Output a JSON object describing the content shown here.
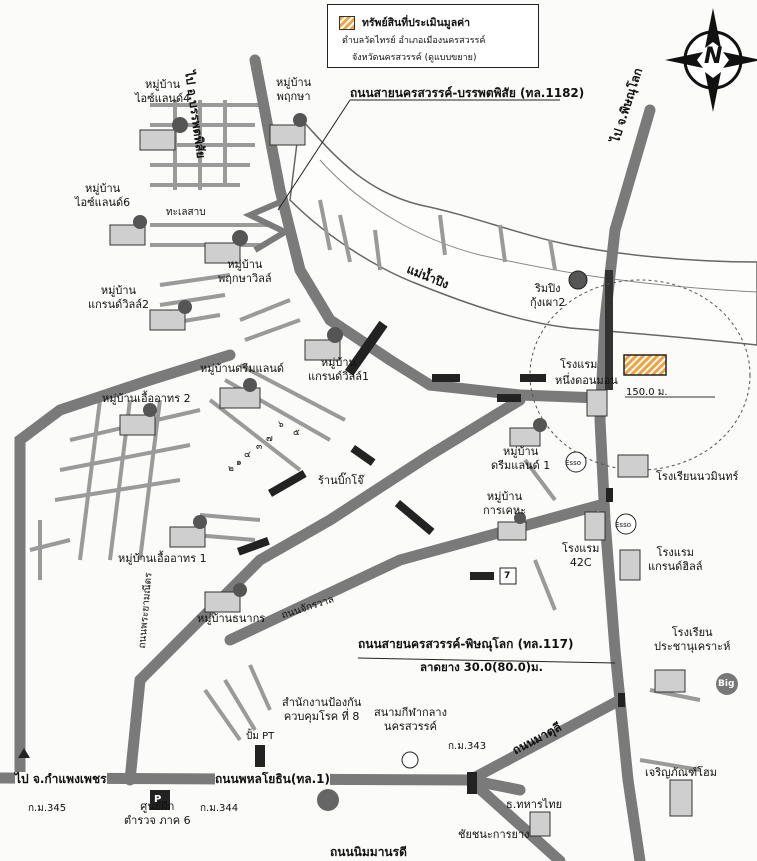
{
  "legend": {
    "title": "ทรัพย์สินที่ประเมินมูลค่า",
    "line1": "ตำบลวัดไทรย์  อำเภอเมืองนครสวรรค์",
    "line2": "จังหวัดนครสวรรค์ (ดูแบบขยาย)",
    "swatch_color": "#f5a03a"
  },
  "compass": {
    "letter": "N"
  },
  "roads": {
    "to_banphot": "ไป อ.บรรพตพิสัย",
    "to_phitsanulok": "ไป จ.พิษณุโลก",
    "road_1182": "ถนนสายนครสวรรค์-บรรพตพิสัย (ทล.1182)",
    "road_117": "ถนนสายนครสวรรค์-พิษณุโลก (ทล.117)",
    "road_117_spec": "ลาดยาง 30.0(80.0)ม.",
    "chakrawan": "ถนนจักรวาล",
    "phahon": "ถนนพหลโยธิน(ทล.1)",
    "to_kamphaeng": "ไป จ.กำแพงเพชร",
    "phraya_manit": "ถนนพระยามณีตร",
    "matuli": "ถนนมาตุลี",
    "niman": "ถนนนิมมานรดี"
  },
  "river": {
    "name": "แม่น้ำปิง"
  },
  "radius": {
    "label": "150.0 ม."
  },
  "labels": {
    "v_island4": [
      "หมู่บ้าน",
      "ไอซ์แลนด์4"
    ],
    "v_phrueksa": [
      "หมู่บ้าน",
      "พฤกษา"
    ],
    "v_island6": [
      "หมู่บ้าน",
      "ไอซ์แลนด์6"
    ],
    "v_phrueksa_ville": [
      "หมู่บ้าน",
      "พฤกษาวิลล์"
    ],
    "v_grand2": [
      "หมู่บ้าน",
      "แกรนด์วิลล์2"
    ],
    "v_grand1": [
      "หมู่บ้าน",
      "แกรนด์วิลล์1"
    ],
    "v_dreamland": "หมู่บ้านดรีมแลนด์",
    "v_uea2": "หมู่บ้านเอื้ออาทร 2",
    "v_uea1": "หมู่บ้านเอื้ออาทร 1",
    "v_thanakorn": "หมู่บ้านธนากร",
    "v_dreamland1": [
      "หมู่บ้าน",
      "ดรีมแลนด์ 1"
    ],
    "v_kheha": [
      "หมู่บ้าน",
      "การเคหะ"
    ],
    "lake": "ทะเลสาบ",
    "rim_ping": [
      "ริมปิง",
      "กุ้งเผา2"
    ],
    "hotel_prefix": "โรงแรม",
    "hotel_name": "หนึ่งดอนมอน",
    "bigc_shop": "ร้านบิ๊กโจ๊",
    "school_nawamin": "โรงเรียนนวมินทร์",
    "hotel_42c": [
      "โรงแรม",
      "42C"
    ],
    "hotel_grand": [
      "โรงแรม",
      "แกรนด์ฮิลล์"
    ],
    "school_pracha": [
      "โรงเรียน",
      "ประชานุเคราะห์"
    ],
    "disease_office": [
      "สำนักงานป้องกัน",
      "ควบคุมโรค ที่ 8"
    ],
    "stadium": [
      "สนามกีฬากลาง",
      "นครสวรรค์"
    ],
    "pt": "ปั้ม PT",
    "km343": "ก.ม.343",
    "km344": "ก.ม.344",
    "km345": "ก.ม.345",
    "police_center": [
      "ศูนย์ฝึก",
      "ตำรวจ ภาค 6"
    ],
    "thahan_thai": "ธ.ทหารไทย",
    "jaroen": "เจริญภัณฑ์โฮม",
    "chaichana": "ชัยชนะการยาง",
    "esso": "Esso",
    "bigc": "Big",
    "seven": "7",
    "parking": "P",
    "house_nums": [
      "๕",
      "๖",
      "๗",
      "๓",
      "๔",
      "๑",
      "๒"
    ]
  }
}
